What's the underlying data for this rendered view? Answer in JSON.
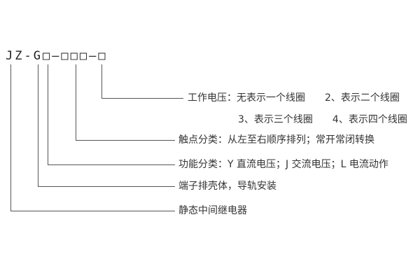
{
  "diagram": {
    "model_code": "JZ-G□—□□□—□",
    "labels": {
      "working_voltage_line1": "工作电压：无表示一个线圈　　2、表示二个线圈",
      "working_voltage_line2": "3、表示三个线圈　　4、表示四个线圈",
      "contact_classification": "触点分类：从左至右顺序排列；常开常闭转换",
      "function_classification": "功能分类：Y 直流电压；J 交流电压；L 电流动作",
      "housing": "端子排壳体，导轨安装",
      "relay_type": "静态中间继电器"
    },
    "line_color": "#555555",
    "text_color": "#333333"
  }
}
